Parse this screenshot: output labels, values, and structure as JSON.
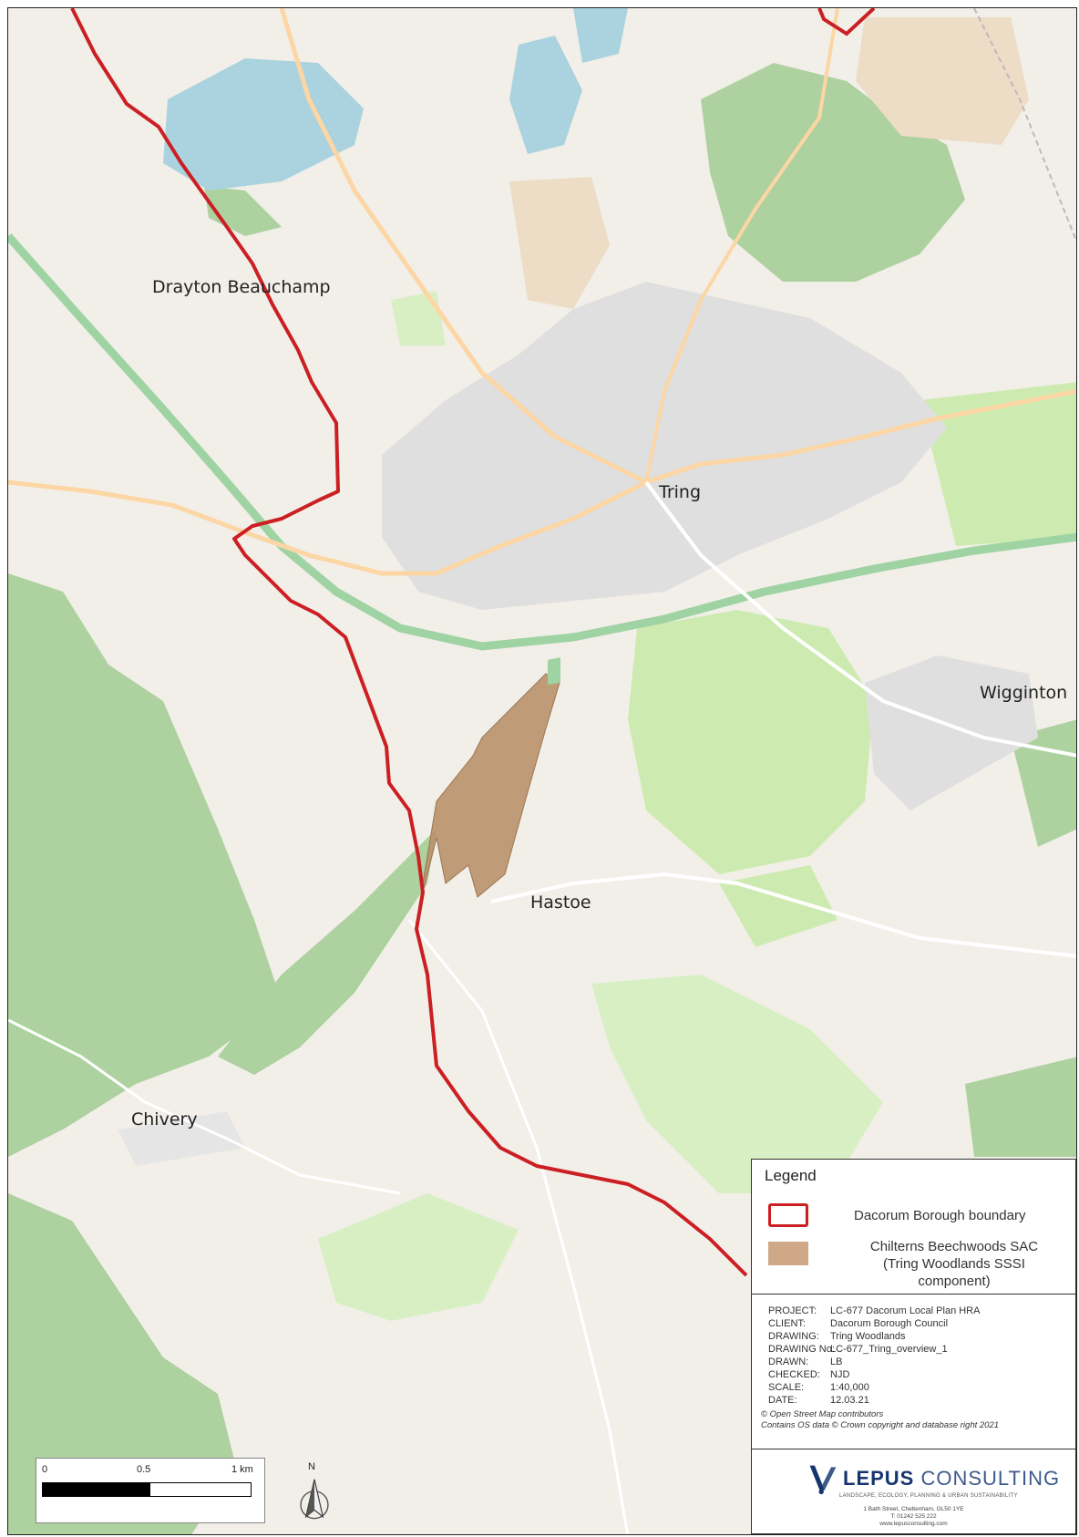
{
  "places": {
    "drayton": "Drayton  Beauchamp",
    "tring": "Tring",
    "wigginton": "Wigginton",
    "hastoe": "Hastoe",
    "chivery": "Chivery"
  },
  "legend": {
    "title": "Legend",
    "boundary_label": "Dacorum Borough boundary",
    "sac_label": "Chilterns Beechwoods SAC (Tring Woodlands SSSI component)",
    "boundary_color": "#cc1f24",
    "sac_color": "#b9916a"
  },
  "meta": {
    "project_k": "PROJECT:",
    "project_v": "LC-677 Dacorum Local Plan HRA",
    "client_k": "CLIENT:",
    "client_v": "Dacorum Borough Council",
    "drawing_k": "DRAWING:",
    "drawing_v": "Tring Woodlands",
    "drawno_k": "DRAWING No:",
    "drawno_v": "LC-677_Tring_overview_1",
    "drawn_k": "DRAWN:",
    "drawn_v": "LB",
    "checked_k": "CHECKED:",
    "checked_v": "NJD",
    "scale_k": "SCALE:",
    "scale_v": "1:40,000",
    "date_k": "DATE:",
    "date_v": "12.03.21",
    "credit1": "© Open Street Map contributors",
    "credit2": "Contains OS data © Crown copyright and database right 2021"
  },
  "logo": {
    "name_bold": "LEPUS",
    "name_thin": "CONSULTING",
    "tagline": "LANDSCAPE, ECOLOGY, PLANNING & URBAN SUSTAINABILITY",
    "addr1": "1 Bath Street, Cheltenham, GL50 1YE",
    "addr2": "T: 01242 525 222",
    "addr3": "www.lepusconsulting.com"
  },
  "scalebar": {
    "l0": "0",
    "l1": "0.5",
    "l2": "1 km"
  },
  "north": "N",
  "colors": {
    "land": "#f2efe9",
    "woodland": "#aed1a0",
    "grass": "#cdebb0",
    "water": "#aad3df",
    "urban": "#e0dfdf",
    "road_trunk": "#9fd3a3",
    "road_minor": "#fcd6a4"
  }
}
